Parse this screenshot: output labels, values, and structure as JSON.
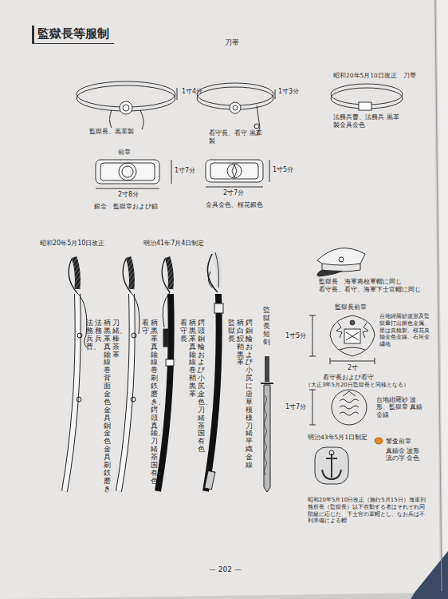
{
  "diagram": {
    "title": "監獄長等服制",
    "labels": [
      "刀帯",
      "1寸4分",
      "監獄長、黒革製",
      "1寸3分",
      "看守長、看守 黒革製",
      "昭和20年5月10日改正　刀帯",
      "法務兵曹、法務兵 黒革製金具金色",
      "前章",
      "1寸7分",
      "2寸8分",
      "銀金　監獄章および鎖",
      "1寸5分",
      "2寸7分",
      "金具金色、桜花銀色",
      "昭和20年5月10日改正",
      "明治41年7月4日制定",
      "法務兵曹、",
      "法務兵、",
      "柄黒革真鍮線巻背面金色金具銅金色金具刷鉄磨き",
      "刀緒、棒茶革",
      "看守、",
      "柄黒革真鍮線巻刷鉄磨き、鍔頭真鍮、刀緒茶国有色",
      "看守長、",
      "柄黒革真鍮線巻、鞘黒革、",
      "鍔頭銅輪および小尻金色、刀緒茶国有色",
      "監獄長、",
      "柄白鮫、鞘黒革、",
      "鍔銅輪および小尻に唐草模様刀緒平織金線",
      "監獄長短剣",
      "監獄長　海軍将校軍帽に同じ",
      "看守長、看守、海軍下士官帽に同じ",
      "監獄長前章",
      "台地紺羅紗波形及監獄章打出銀色金属、星は真鍮製、桜花真鍮金色金線、石垣金繍地",
      "1寸5分",
      "2寸",
      "看守長および看守",
      "（大正3年5月20日監獄長と同様となる）",
      "1寸7分",
      "台地紺羅紗 波形、監獄章 真鍮金線",
      "明治43年5月1日制定",
      "警査前章",
      "真鍮金 波形 流の字 金色",
      "昭和20年5月10日改正（施行5月15日）海軍刑務所長（監獄長）以下在勤する者はそれぞれ同階級に応じた、下士官の軍帽とし、なお兵は不利準備による帽",
      "— 202 —"
    ]
  }
}
